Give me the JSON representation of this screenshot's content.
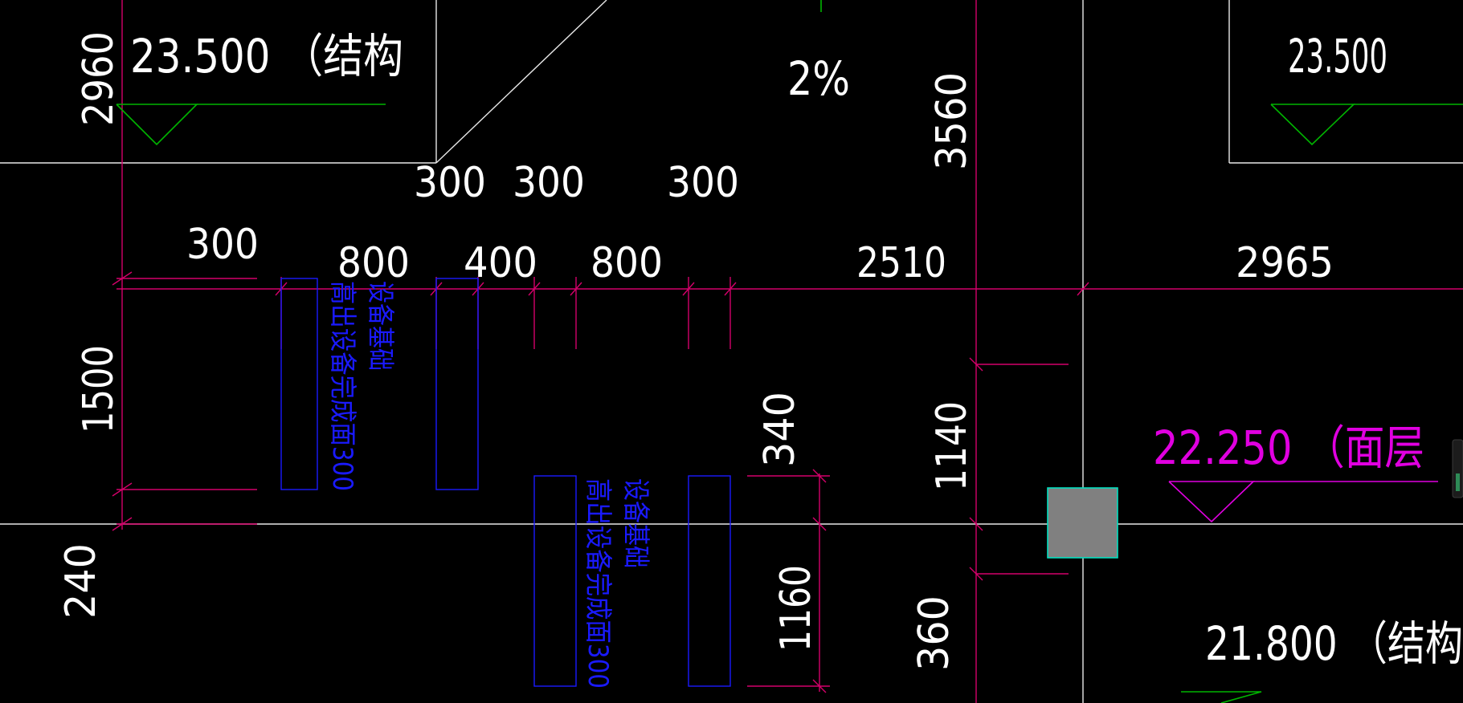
{
  "colors": {
    "background": "#000000",
    "structure_line": "#e8e8e8",
    "dimension_line": "#d4006a",
    "foundation_outline": "#1a1aff",
    "elevation_mark": "#00b400",
    "finish_elevation": "#e000e0",
    "column_fill": "#808080",
    "column_border": "#00e0c0"
  },
  "elevations": {
    "struct_left": "23.500   （结构",
    "struct_right": "23.500",
    "struct_right_paren": "（",
    "finish": "22.250   （面层",
    "lower": "21.800   （结构"
  },
  "slope": "2%",
  "dimensions": {
    "h_300_a": "300",
    "h_300_b": "300",
    "h_300_c": "300",
    "h_300_d": "300",
    "h_800_a": "800",
    "h_400": "400",
    "h_800_b": "800",
    "h_2510": "2510",
    "h_2965": "2965",
    "v_2960": "2960",
    "v_3560": "3560",
    "v_1500": "1500",
    "v_240": "240",
    "v_340": "340",
    "v_1140": "1140",
    "v_1160": "1160",
    "v_360": "360"
  },
  "foundation_notes": {
    "left_line1": "设备基础",
    "left_line2": "高出设备完成面300",
    "right_line1": "设备基础",
    "right_line2": "高出设备完成面300"
  }
}
